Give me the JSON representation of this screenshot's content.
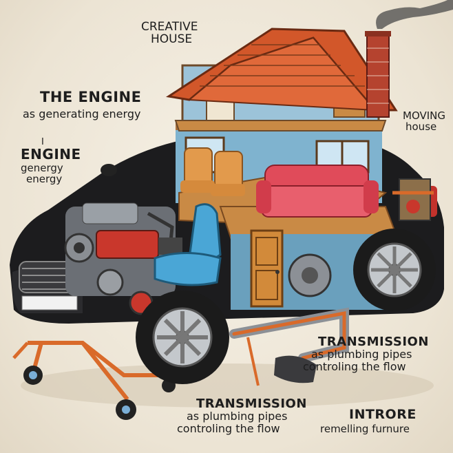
{
  "labels": {
    "creative_house": {
      "line1": "CREATIVE",
      "line2": "HOUSE"
    },
    "the_engine": {
      "title": "THE ENGINE",
      "sub": "as generating energy"
    },
    "engine": {
      "tick": "I",
      "title": "ENGINE",
      "sub1": "genergy",
      "sub2": "energy"
    },
    "moving_house": {
      "line1": "MOVING",
      "line2": "house"
    },
    "transmission_right": {
      "title": "TRANSMISSION",
      "sub1": "as plumbing pipes",
      "sub2": "controling the flow"
    },
    "transmission_bottom": {
      "title": "TRANSMISSION",
      "sub1": "as plumbing pipes",
      "sub2": "controling the flow"
    },
    "intro": {
      "title": "INTRORE",
      "sub": "remelling furnure"
    }
  },
  "colors": {
    "car_body": "#1c1c1e",
    "roof_tile": "#d2572a",
    "brick": "#b5432f",
    "wall_blue": "#7fb3cf",
    "floor_wood": "#c98a45",
    "sofa": "#e04b5a",
    "seat_blue": "#4aa6d6",
    "engine_red": "#c9372c",
    "pipe_orange": "#d96a2a"
  },
  "icons": [
    "chimney-smoke-icon",
    "tire-icon",
    "engine-block-icon",
    "sofa-icon",
    "car-seat-icon",
    "door-icon",
    "plumbing-pipe-icon",
    "caster-wheel-icon"
  ]
}
